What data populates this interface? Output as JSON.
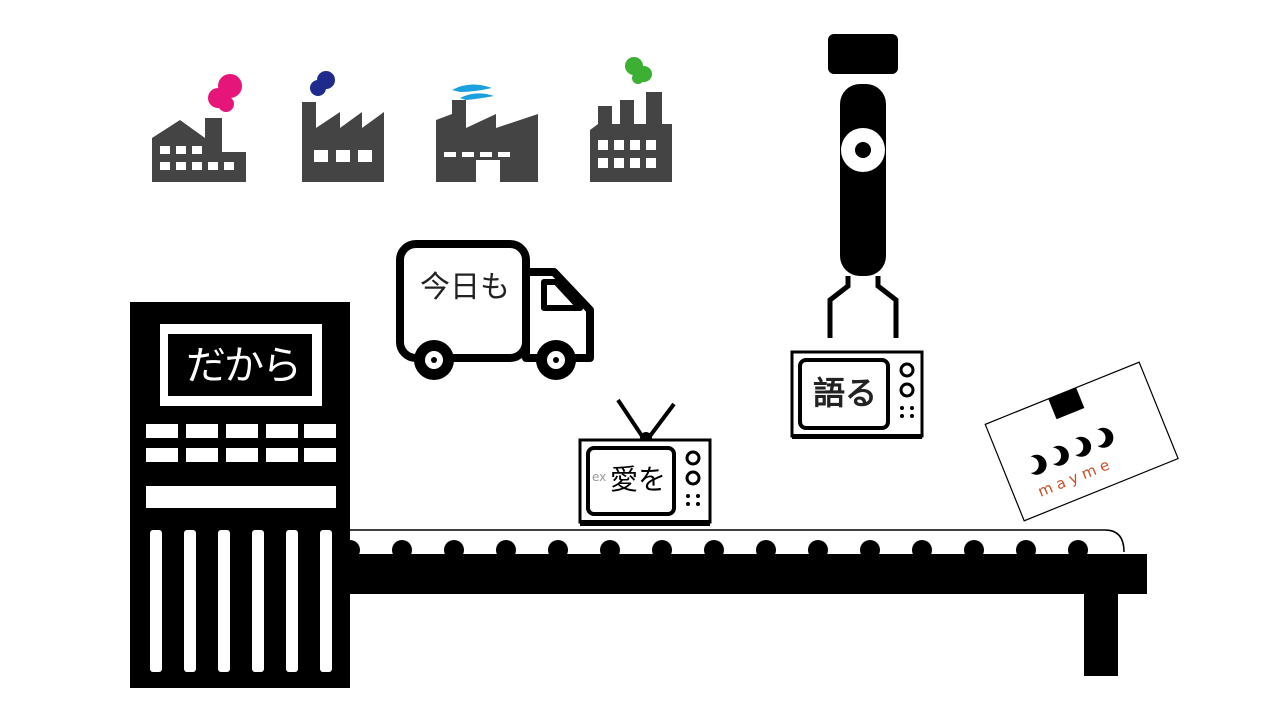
{
  "machine": {
    "screen_text": "だから"
  },
  "truck": {
    "cargo_text": "今日も"
  },
  "tv_belt": {
    "screen_text": "愛を",
    "ghost_text": "ex"
  },
  "tv_claw": {
    "screen_text": "語る"
  },
  "card": {
    "brand_text": "m a y m e"
  },
  "factories": {
    "smoke_colors": [
      "#e6157a",
      "#1f2b8c",
      "#1aa0dc",
      "#3cb032"
    ]
  }
}
